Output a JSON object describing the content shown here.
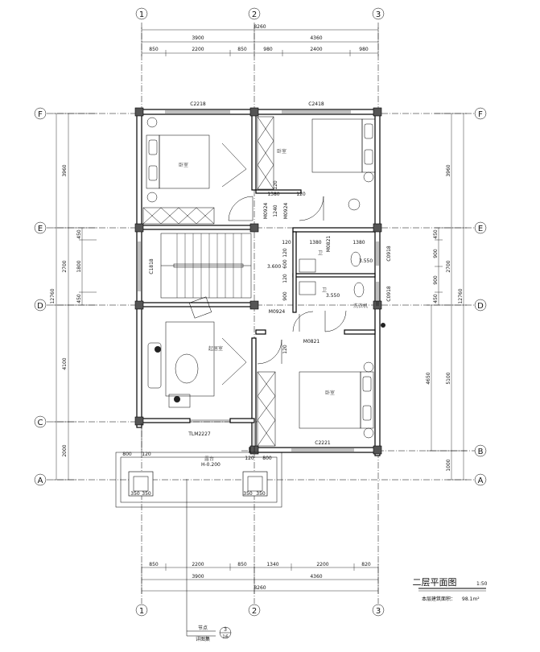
{
  "axes": {
    "columns": [
      "1",
      "2",
      "3"
    ],
    "rows": [
      "F",
      "E",
      "D",
      "C",
      "B",
      "A"
    ]
  },
  "dimensions": {
    "top_total": "8260",
    "top_segments": [
      "3900",
      "4360"
    ],
    "top_detail": [
      "850",
      "2200",
      "850",
      "980",
      "2400",
      "980"
    ],
    "bottom_detail": [
      "850",
      "2200",
      "850",
      "1340",
      "2200",
      "820"
    ],
    "bottom_segments": [
      "3900",
      "4360"
    ],
    "bottom_total": "8260",
    "left_outer": "12760",
    "left_segments": [
      "3960",
      "2700",
      "4100",
      "2000"
    ],
    "left_detail": [
      "450",
      "1800",
      "450"
    ],
    "right_outer": "12760",
    "right_segments": [
      "3960",
      "2700",
      "5100",
      "1000"
    ],
    "right_detail": [
      "450",
      "900",
      "900",
      "450"
    ],
    "right_inner": "4650",
    "interior": {
      "d1380a": "1380",
      "d120a": "120",
      "d1380b": "1380",
      "d120b": "120",
      "d1380c": "1380",
      "d1240": "1240",
      "d120c": "120",
      "d600": "600",
      "d120d": "120",
      "d900": "900",
      "d1200": "120",
      "d120e": "120",
      "d800a": "800",
      "d120f": "120",
      "d800b": "800",
      "d120g": "120",
      "d350": [
        "350",
        "350",
        "350",
        "350"
      ]
    }
  },
  "windows": {
    "c2218": "C2218",
    "c2418": "C2418",
    "c1818": "C1818",
    "c0918a": "C0918",
    "c0918b": "C0918",
    "c2221": "C2221",
    "tlm2227": "TLM2227"
  },
  "doors": {
    "m0924a": "M0924",
    "m0924b": "M0924",
    "m0821a": "M0821",
    "m0821b": "M0821",
    "m0924c": "M0924"
  },
  "rooms": {
    "bedroom1": "卧室",
    "bedroom2": "卧室",
    "bedroom3": "卧室",
    "living": "起居室",
    "balcony": "露台",
    "bath1": "卫",
    "bath2": "卫",
    "laundry": "洗衣机"
  },
  "levels": {
    "stair": "3.600",
    "bath1": "3.550",
    "bath2": "3.550",
    "balcony": "H-0.200"
  },
  "detail_ref": {
    "prefix": "节点",
    "number": "3",
    "sheet": "16",
    "label": "详图集"
  },
  "title": {
    "name": "二层平面图",
    "scale": "1:50",
    "area_label": "本层建筑面积：",
    "area_value": "98.1m²"
  }
}
